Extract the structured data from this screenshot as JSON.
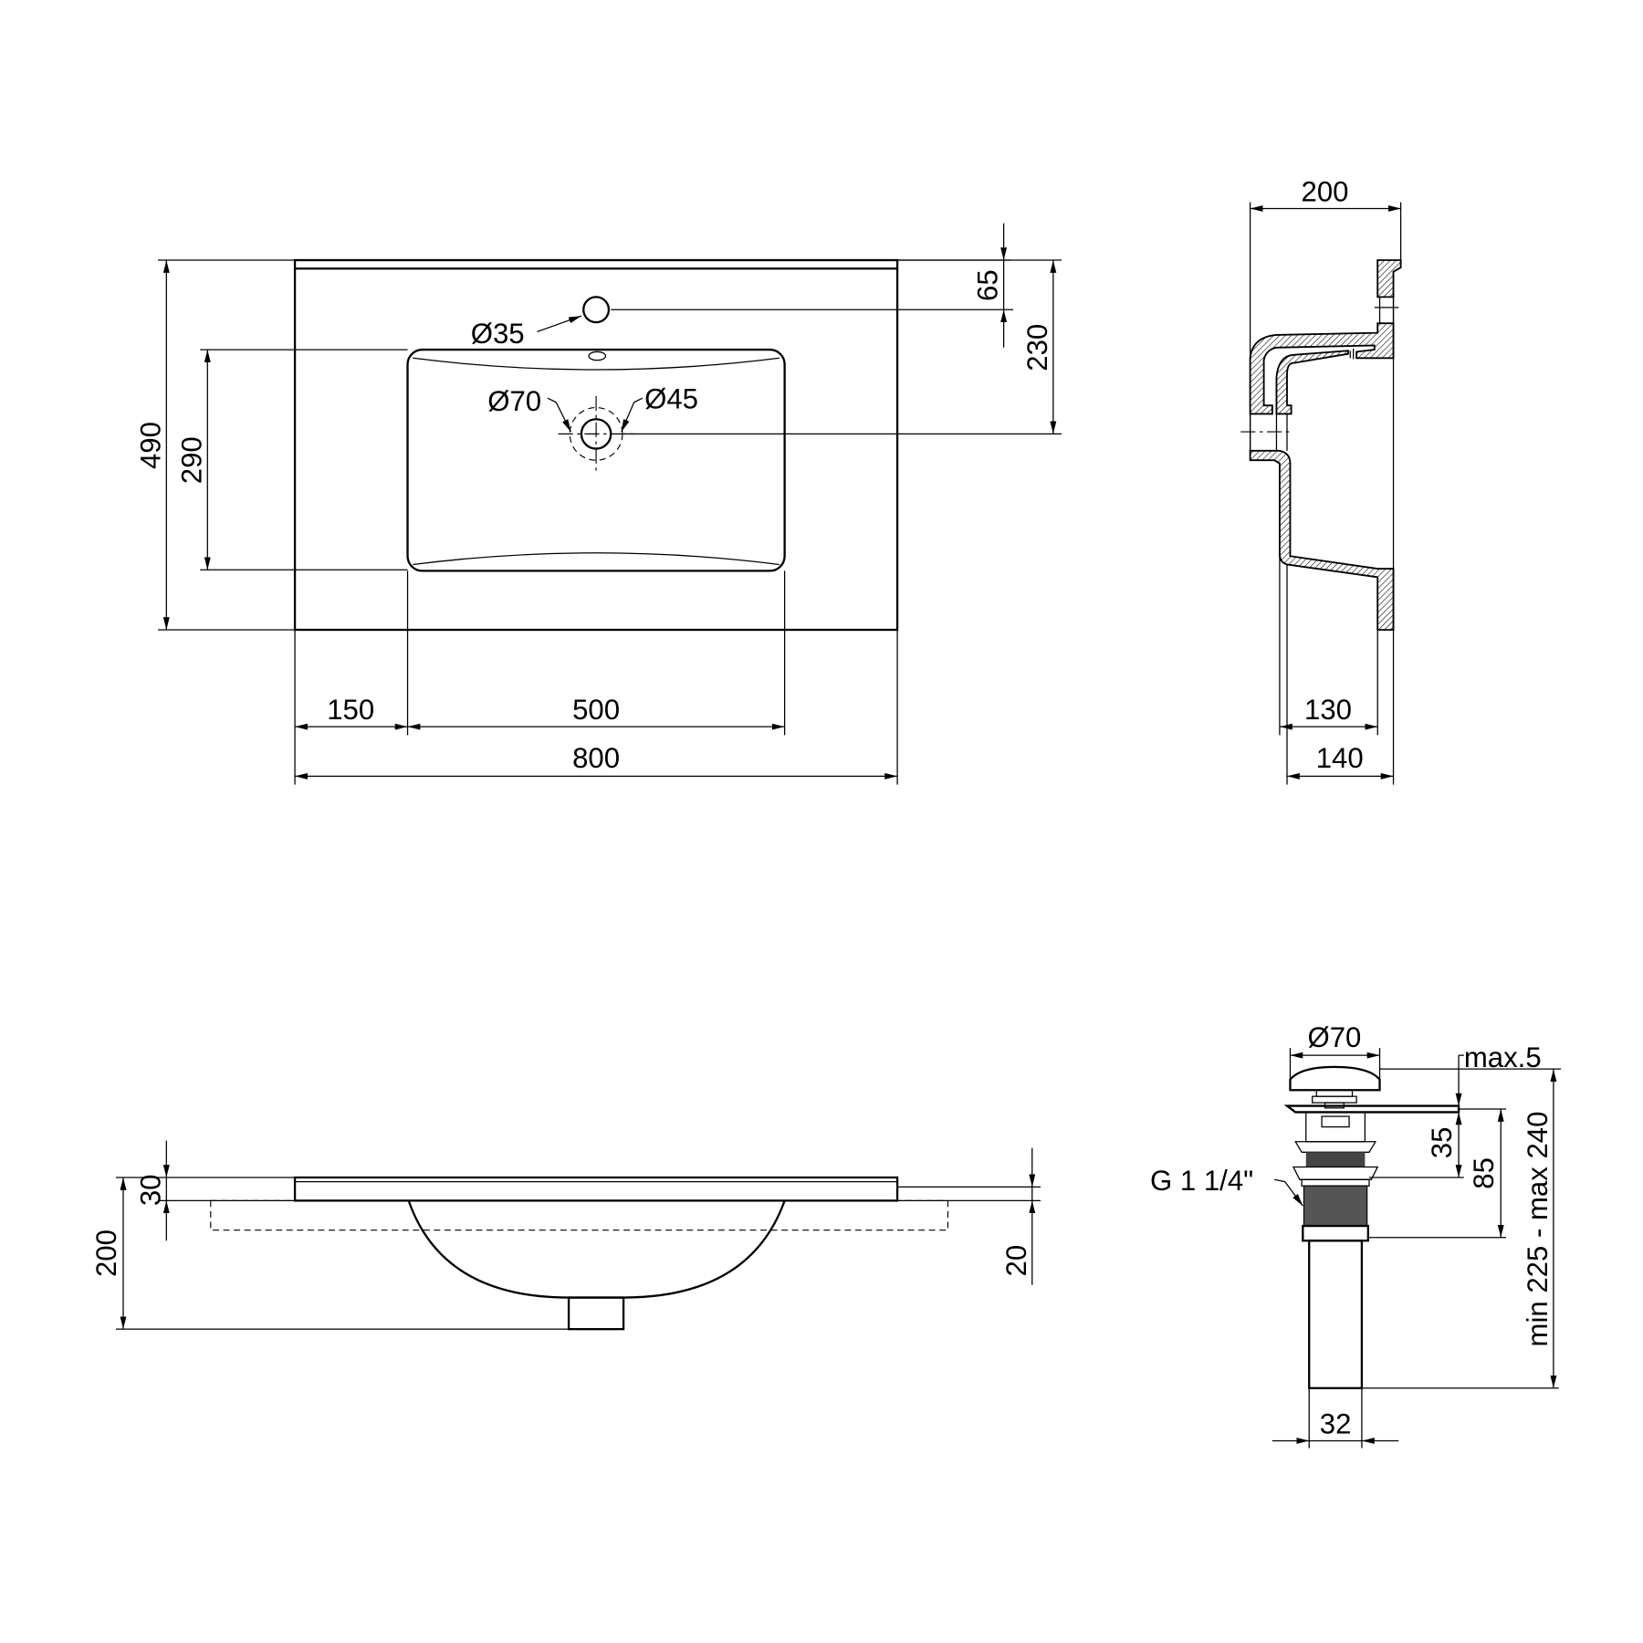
{
  "top_view": {
    "dim_width_total": "800",
    "dim_left_offset": "150",
    "dim_basin_width": "500",
    "dim_depth_total": "490",
    "dim_basin_depth": "290",
    "dim_tap_offset": "65",
    "dim_drain_offset": "230",
    "tap_hole": "Ø35",
    "drain_outer": "Ø70",
    "drain_inner": "Ø45"
  },
  "side_view": {
    "dim_height": "200",
    "dim_inner": "130",
    "dim_outer": "140"
  },
  "front_view": {
    "dim_slab": "30",
    "dim_total_height": "200",
    "dim_right": "20"
  },
  "drain": {
    "dim_cap": "Ø70",
    "dim_max": "max.5",
    "dim_35": "35",
    "dim_85": "85",
    "dim_length": "min 225 - max 240",
    "dim_pipe": "32",
    "thread": "G 1 1/4\""
  }
}
